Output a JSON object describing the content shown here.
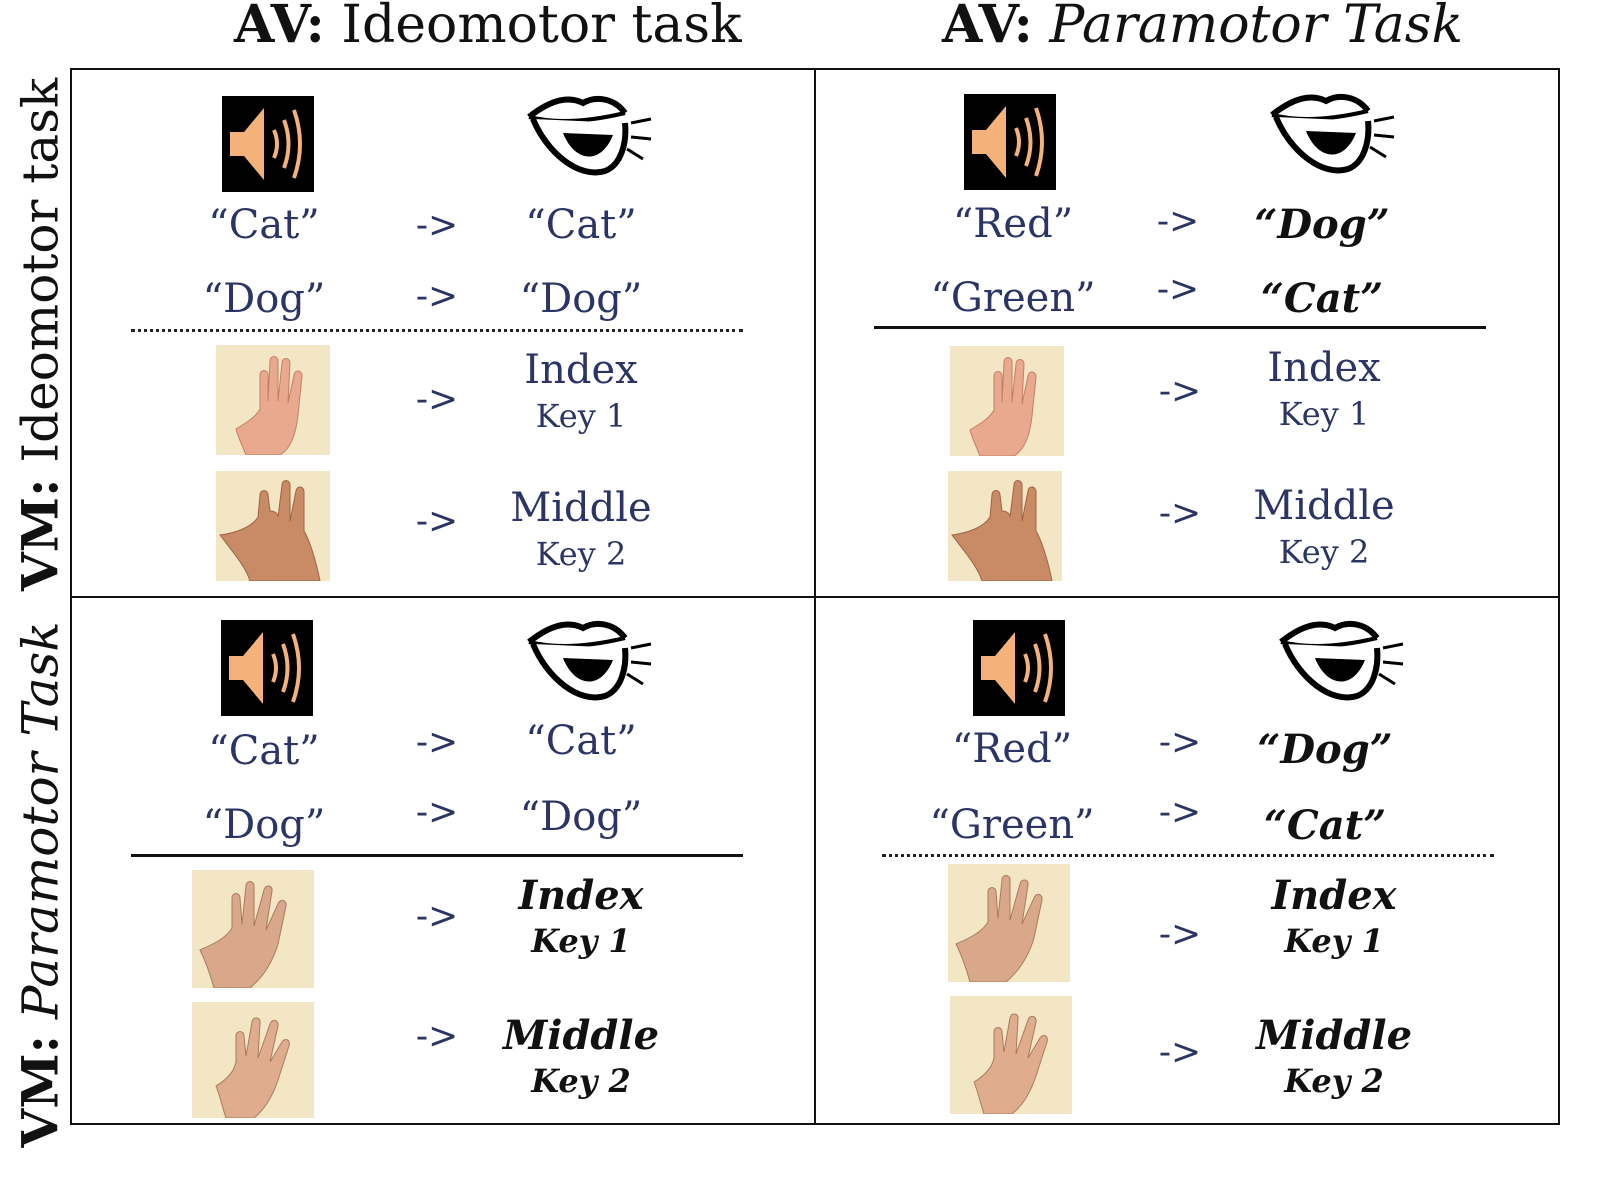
{
  "columns": [
    {
      "prefix": "AV:",
      "name": "Ideomotor task"
    },
    {
      "prefix": "AV:",
      "name": "Paramotor Task"
    }
  ],
  "rows": [
    {
      "prefix": "VM:",
      "name": "Ideomotor task"
    },
    {
      "prefix": "VM:",
      "name": "Paramotor Task"
    }
  ],
  "arrow": "->",
  "cells": {
    "top_left": {
      "pairs": [
        {
          "stimulus": "“Cat”",
          "response": "“Cat”"
        },
        {
          "stimulus": "“Dog”",
          "response": "“Dog”"
        }
      ],
      "fingers": [
        {
          "finger": "Index",
          "key": "Key 1"
        },
        {
          "finger": "Middle",
          "key": "Key 2"
        }
      ]
    },
    "top_right": {
      "pairs": [
        {
          "stimulus": "“Red”",
          "response": "“Dog”"
        },
        {
          "stimulus": "“Green”",
          "response": "“Cat”"
        }
      ],
      "fingers": [
        {
          "finger": "Index",
          "key": "Key 1"
        },
        {
          "finger": "Middle",
          "key": "Key 2"
        }
      ]
    },
    "bottom_left": {
      "pairs": [
        {
          "stimulus": "“Cat”",
          "response": "“Cat”"
        },
        {
          "stimulus": "“Dog”",
          "response": "“Dog”"
        }
      ],
      "fingers": [
        {
          "finger": "Index",
          "key": "Key 1"
        },
        {
          "finger": "Middle",
          "key": "Key 2"
        }
      ]
    },
    "bottom_right": {
      "pairs": [
        {
          "stimulus": "“Red”",
          "response": "“Dog”"
        },
        {
          "stimulus": "“Green”",
          "response": "“Cat”"
        }
      ],
      "fingers": [
        {
          "finger": "Index",
          "key": "Key 1"
        },
        {
          "finger": "Middle",
          "key": "Key 2"
        }
      ]
    }
  },
  "colors": {
    "text_blue": "#2b3565",
    "speaker_orange": "#f4b27a",
    "photo_bg": "#f3e6c4",
    "skin": "#e8a98e"
  }
}
